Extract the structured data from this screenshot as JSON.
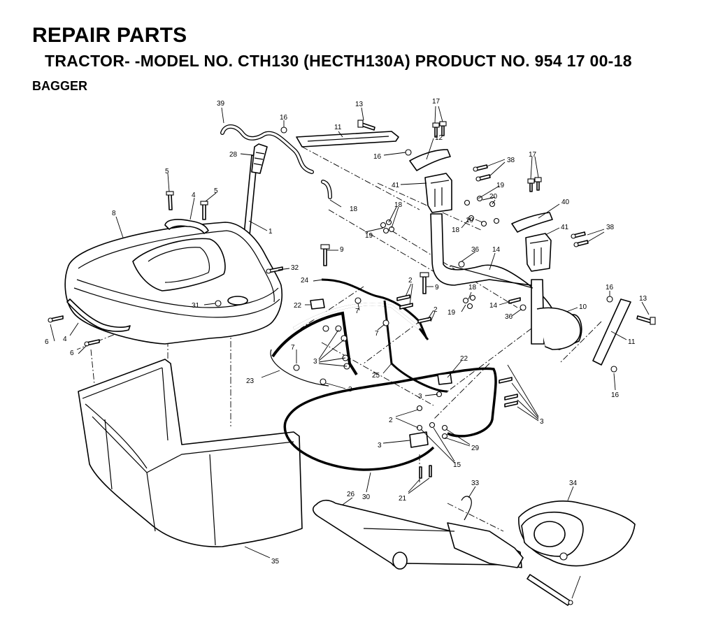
{
  "header": {
    "title": "REPAIR PARTS",
    "subtitle": "TRACTOR- -MODEL NO. CTH130 (HECTH130A) PRODUCT NO. 954 17 00-18",
    "section": "BAGGER"
  },
  "callouts": [
    {
      "id": "c39",
      "text": "39"
    },
    {
      "id": "c16a",
      "text": "16"
    },
    {
      "id": "c11a",
      "text": "11"
    },
    {
      "id": "c13a",
      "text": "13"
    },
    {
      "id": "c17a",
      "text": "17"
    },
    {
      "id": "c12",
      "text": "12"
    },
    {
      "id": "c16b",
      "text": "16"
    },
    {
      "id": "c28",
      "text": "28"
    },
    {
      "id": "c38a",
      "text": "38"
    },
    {
      "id": "c17b",
      "text": "17"
    },
    {
      "id": "c5a",
      "text": "5"
    },
    {
      "id": "c41a",
      "text": "41"
    },
    {
      "id": "c18a",
      "text": "18"
    },
    {
      "id": "c4a",
      "text": "4"
    },
    {
      "id": "c5b",
      "text": "5"
    },
    {
      "id": "c19a",
      "text": "19"
    },
    {
      "id": "c20",
      "text": "20"
    },
    {
      "id": "c40",
      "text": "40"
    },
    {
      "id": "c18b",
      "text": "18"
    },
    {
      "id": "c8",
      "text": "8"
    },
    {
      "id": "c19b",
      "text": "19"
    },
    {
      "id": "c18c",
      "text": "18"
    },
    {
      "id": "c1",
      "text": "1"
    },
    {
      "id": "c19c",
      "text": "19"
    },
    {
      "id": "c41b",
      "text": "41"
    },
    {
      "id": "c38b",
      "text": "38"
    },
    {
      "id": "c9a",
      "text": "9"
    },
    {
      "id": "c36a",
      "text": "36"
    },
    {
      "id": "c14a",
      "text": "14"
    },
    {
      "id": "c32",
      "text": "32"
    },
    {
      "id": "c24",
      "text": "24"
    },
    {
      "id": "c2a",
      "text": "2"
    },
    {
      "id": "c9b",
      "text": "9"
    },
    {
      "id": "c18d",
      "text": "18"
    },
    {
      "id": "c16c",
      "text": "16"
    },
    {
      "id": "c13b",
      "text": "13"
    },
    {
      "id": "c31",
      "text": "31"
    },
    {
      "id": "c22a",
      "text": "22"
    },
    {
      "id": "c19d",
      "text": "19"
    },
    {
      "id": "c14b",
      "text": "14"
    },
    {
      "id": "c10",
      "text": "10"
    },
    {
      "id": "c2b",
      "text": "2"
    },
    {
      "id": "c36b",
      "text": "36"
    },
    {
      "id": "c6a",
      "text": "6"
    },
    {
      "id": "c7a",
      "text": "7"
    },
    {
      "id": "c4b",
      "text": "4"
    },
    {
      "id": "c11b",
      "text": "11"
    },
    {
      "id": "c6b",
      "text": "6"
    },
    {
      "id": "c7b",
      "text": "7"
    },
    {
      "id": "c3a",
      "text": "3"
    },
    {
      "id": "c25",
      "text": "25"
    },
    {
      "id": "c22b",
      "text": "22"
    },
    {
      "id": "c23",
      "text": "23"
    },
    {
      "id": "c7c",
      "text": "7"
    },
    {
      "id": "c16d",
      "text": "16"
    },
    {
      "id": "c3b",
      "text": "3"
    },
    {
      "id": "c3c",
      "text": "3"
    },
    {
      "id": "c2c",
      "text": "2"
    },
    {
      "id": "c3d",
      "text": "3"
    },
    {
      "id": "c29",
      "text": "29"
    },
    {
      "id": "c3e",
      "text": "3"
    },
    {
      "id": "c15",
      "text": "15"
    },
    {
      "id": "c33",
      "text": "33"
    },
    {
      "id": "c34",
      "text": "34"
    },
    {
      "id": "c26",
      "text": "26"
    },
    {
      "id": "c30",
      "text": "30"
    },
    {
      "id": "c21",
      "text": "21"
    },
    {
      "id": "c35",
      "text": "35"
    }
  ]
}
